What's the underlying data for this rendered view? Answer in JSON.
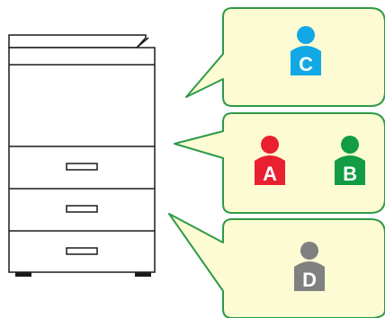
{
  "colors": {
    "bubble_fill": "#fdfbd3",
    "bubble_stroke": "#2e9a47",
    "device_stroke": "#1a1a1a",
    "device_fill": "#ffffff"
  },
  "users": [
    {
      "letter": "C",
      "color": "#12a8e6",
      "icon": "person-icon"
    },
    {
      "letter": "A",
      "color": "#e8202f",
      "icon": "person-icon"
    },
    {
      "letter": "B",
      "color": "#129c44",
      "icon": "person-icon"
    },
    {
      "letter": "D",
      "color": "#808080",
      "icon": "person-icon"
    }
  ]
}
